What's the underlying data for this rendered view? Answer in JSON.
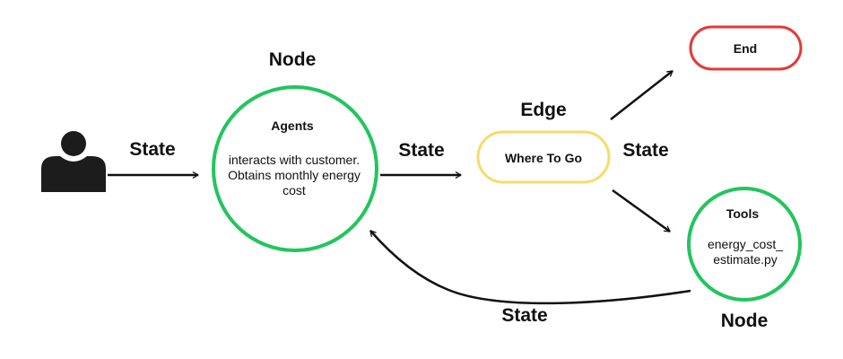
{
  "diagram": {
    "user": {
      "icon": "user-icon"
    },
    "labels": {
      "node_top": "Node",
      "node_bottom": "Node",
      "edge": "Edge",
      "state_user_to_agent": "State",
      "state_agent_to_edge": "State",
      "state_edge_out": "State",
      "state_return": "State"
    },
    "agents": {
      "title": "Agents",
      "description_lines": [
        "interacts with customer.",
        "Obtains monthly energy",
        "cost"
      ]
    },
    "edge_node": {
      "label": "Where To Go"
    },
    "end_node": {
      "label": "End"
    },
    "tools": {
      "title": "Tools",
      "file_lines": [
        "energy_cost_",
        "estimate.py"
      ]
    },
    "colors": {
      "node_border": "#22c55e",
      "edge_border": "#f5dc6b",
      "end_border": "#e53935",
      "arrow": "#111111",
      "user_icon": "#1c1c1c"
    }
  }
}
